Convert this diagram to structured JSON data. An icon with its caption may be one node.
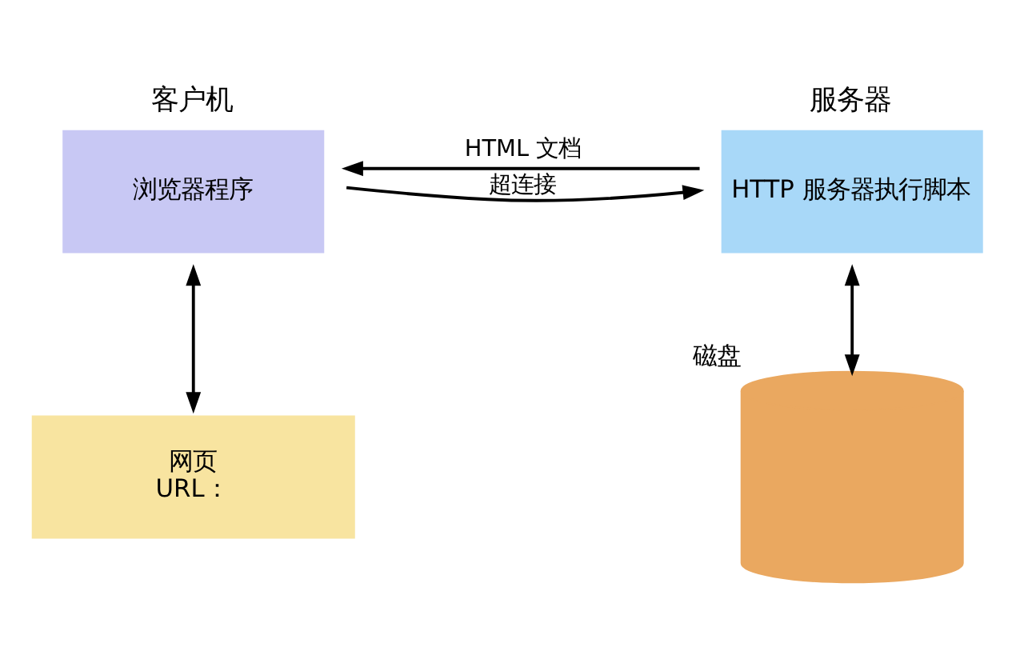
{
  "diagram": {
    "nodes": [
      {
        "text": [
          "客户机",
          "浏览器程序"
        ]
      },
      {
        "text": [
          "服务器",
          "HTTP 服务器执行脚本"
        ]
      },
      {
        "text": [
          "网页",
          "URL："
        ]
      },
      {
        "text": [],
        "shape": "cylinder",
        "beside": [
          "磁盘"
        ]
      }
    ],
    "edges": [
      {
        "from": 0,
        "to": 1,
        "arrow": "to",
        "label": "超连接"
      },
      {
        "from": 1,
        "to": 0,
        "arrow": "to",
        "label": "HTML 文档"
      },
      {
        "from": 0,
        "to": 2,
        "arrow": "both"
      },
      {
        "from": 1,
        "to": 3,
        "arrow": "both"
      }
    ]
  }
}
